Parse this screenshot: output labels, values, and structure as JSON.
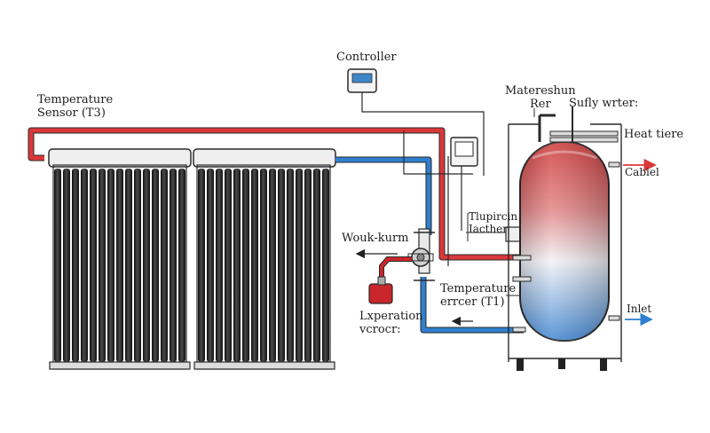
{
  "labels": {
    "controller": "Controller",
    "temperature_sensor_t3": "Temperature\nSensor (T3)",
    "materesh_rer": "Materеshun\nRer",
    "sufly_writer": "Sufly wrter:",
    "heat_tiere": "Heat tiere",
    "cabiel": "Cabiel",
    "tlupircin_lactier": "Tlupircin\nIacther",
    "wouk_kurm": "Wouk-kurm",
    "temperature_errcer_t1": "Temperature\nerrcer (T1)",
    "expansion_vessel": "Lxperation\nvcrocr:",
    "inlet": "Inlet"
  },
  "colors": {
    "hot_pipe": "#d9383a",
    "cold_pipe": "#2f7fcf",
    "tank_hot": "#d73a3c",
    "tank_cold": "#4a8fd6",
    "tube": "#1f1f1f",
    "line": "#2a2a2a",
    "vessel": "#c8262a"
  }
}
